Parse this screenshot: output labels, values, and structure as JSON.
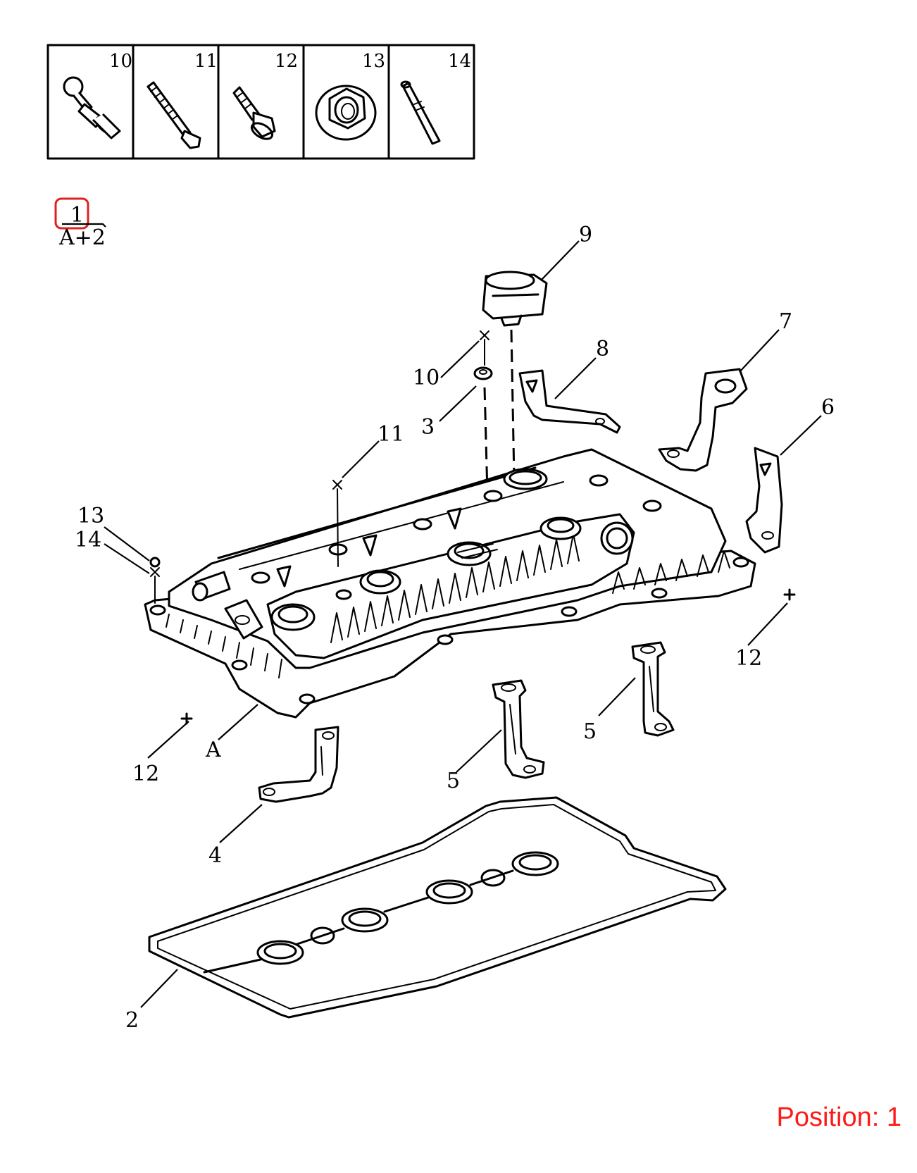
{
  "fastener_header": {
    "cells": [
      {
        "number": "10",
        "icon": "pcv-valve-icon"
      },
      {
        "number": "11",
        "icon": "long-bolt-icon"
      },
      {
        "number": "12",
        "icon": "flange-bolt-icon"
      },
      {
        "number": "13",
        "icon": "flange-nut-icon"
      },
      {
        "number": "14",
        "icon": "stud-icon"
      }
    ]
  },
  "assembly_ref": {
    "number": "1",
    "sub": "A+2",
    "highlight_color": "#e02020"
  },
  "callouts": {
    "c9": "9",
    "c8": "8",
    "c7": "7",
    "c6": "6",
    "c10": "10",
    "c3": "3",
    "c11": "11",
    "c13": "13",
    "c14": "14",
    "c12a": "12",
    "c12b": "12",
    "cA": "A",
    "c5a": "5",
    "c5b": "5",
    "c4": "4",
    "c2": "2"
  },
  "position": {
    "text": "Position: 1",
    "color": "#ff1a1a"
  }
}
